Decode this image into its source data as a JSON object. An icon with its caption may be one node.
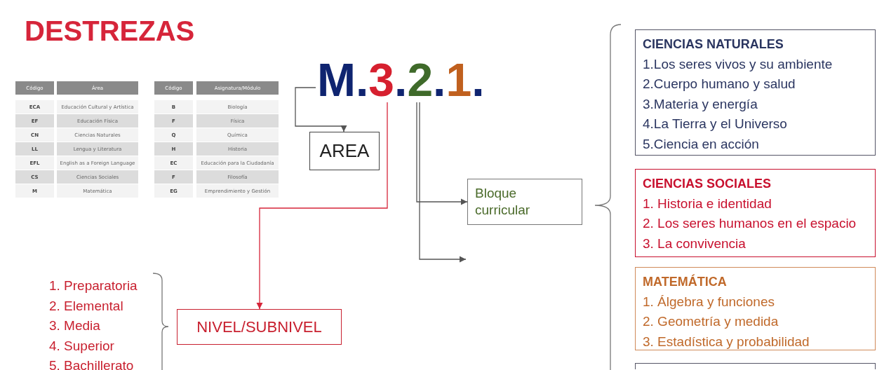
{
  "diagram": {
    "title": "DESTREZAS",
    "nodes": [
      {
        "text": [
          "M.3.2.1."
        ]
      },
      {
        "text": [
          "AREA"
        ]
      },
      {
        "text": [
          "Bloque curricular"
        ]
      },
      {
        "text": [
          "NIVEL/SUBNIVEL"
        ]
      },
      {
        "text": [
          "CIENCIAS NATURALES",
          "1.Los seres vivos y su ambiente",
          "2.Cuerpo humano y salud",
          "3.Materia y energía",
          "4.La Tierra y el Universo",
          "5.Ciencia en acción"
        ]
      },
      {
        "text": [
          "CIENCIAS SOCIALES",
          "1. Historia e identidad",
          "2. Los seres humanos en el espacio",
          "3. La convivencia"
        ]
      },
      {
        "text": [
          "MATEMÁTICA",
          "1. Álgebra y funciones",
          "2. Geometría y medida",
          "3. Estadística y probabilidad"
        ]
      },
      {
        "text": [],
        "shape": "box"
      }
    ],
    "edges": [
      {
        "from": 0,
        "to": 1,
        "arrow": "to"
      },
      {
        "from": 0,
        "to": 3,
        "arrow": "to",
        "color": "#d6253a"
      },
      {
        "from": 0,
        "to": 2,
        "arrow": "to"
      },
      {
        "from": 0,
        "to": null,
        "arrow": "to"
      }
    ],
    "labels": [
      "Código",
      "Área",
      "ECA",
      "Educación Cultural y Artística",
      "EF",
      "Educación Física",
      "CN",
      "Ciencias Naturales",
      "LL",
      "Lengua y Literatura",
      "EFL",
      "English as a Foreign Language",
      "CS",
      "Ciencias Sociales",
      "M",
      "Matemática",
      "Código",
      "Asignatura/Módulo",
      "B",
      "Biología",
      "F",
      "Física",
      "Q",
      "Química",
      "H",
      "Historia",
      "EC",
      "Educación para la Ciudadanía",
      "F",
      "Filosofía",
      "EG",
      "Emprendimiento y Gestión",
      "1. Preparatoria",
      "2. Elemental",
      "3. Media",
      "4. Superior",
      "5. Bachillerato"
    ]
  }
}
